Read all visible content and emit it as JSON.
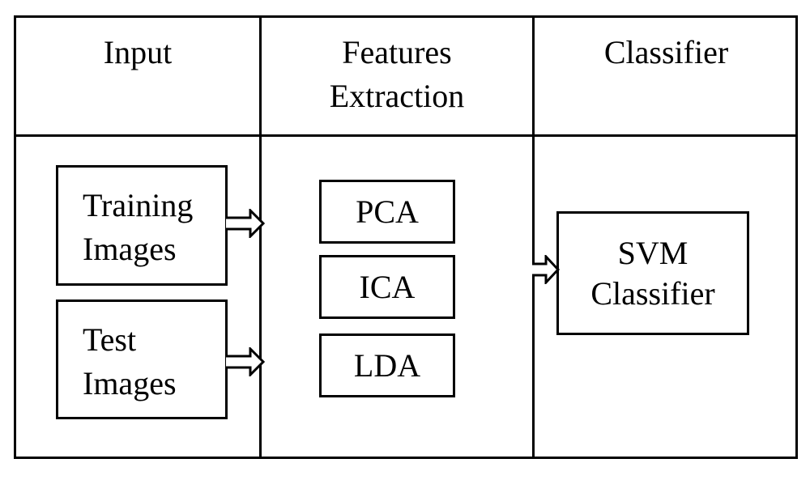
{
  "columns": {
    "input": {
      "header": "Input"
    },
    "features": {
      "header_line1": "Features",
      "header_line2": "Extraction"
    },
    "classifier": {
      "header": "Classifier"
    }
  },
  "input_boxes": {
    "training": {
      "line1": "Training",
      "line2": "Images"
    },
    "test": {
      "line1": "Test",
      "line2": "Images"
    }
  },
  "feature_boxes": {
    "pca": "PCA",
    "ica": "ICA",
    "lda": "LDA"
  },
  "classifier_box": {
    "line1": "SVM",
    "line2": "Classifier"
  },
  "colors": {
    "stroke": "#000000",
    "background": "#ffffff"
  }
}
